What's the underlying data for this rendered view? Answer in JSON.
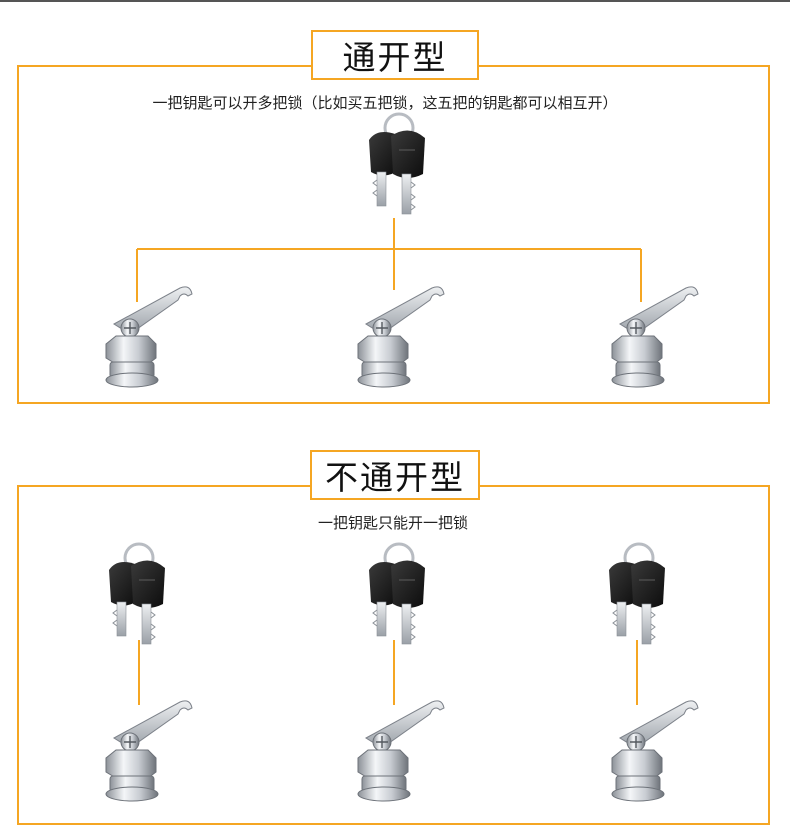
{
  "colors": {
    "accent": "#f5a623",
    "key_head": "#1a1a1a",
    "metal": "#c9cdd2"
  },
  "sections": [
    {
      "title": "通开型",
      "description": "一把钥匙可以开多把锁（比如买五把锁，这五把的钥匙都可以相互开）",
      "key_sets": 1,
      "locks": 3
    },
    {
      "title": "不通开型",
      "description": "一把钥匙只能开一把锁",
      "key_sets": 3,
      "locks": 3
    }
  ],
  "icons": [
    "key-pair-icon",
    "cam-lock-icon"
  ]
}
